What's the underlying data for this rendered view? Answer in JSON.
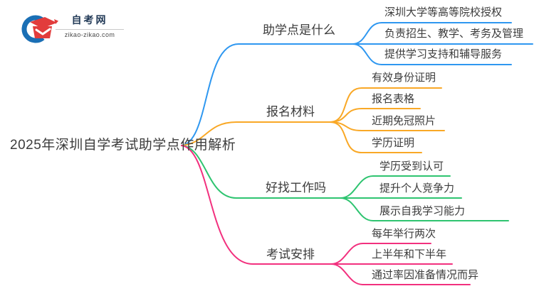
{
  "logo": {
    "title": "自考网",
    "domain": "zikao-zikao.com",
    "icon_crescent_color": "#1a6fb5",
    "icon_cap_color": "#e23c3c"
  },
  "root": {
    "label": "2025年深圳自学考试助学点作用解析"
  },
  "branches": [
    {
      "label": "助学点是什么",
      "color": "#2e97f0",
      "children": [
        "深圳大学等高等院校授权",
        "负责招生、教学、考务及管理",
        "提供学习支持和辅导服务"
      ]
    },
    {
      "label": "报名材料",
      "color": "#f9a826",
      "children": [
        "有效身份证明",
        "报名表格",
        "近期免冠照片",
        "学历证明"
      ]
    },
    {
      "label": "好找工作吗",
      "color": "#2ec470",
      "children": [
        "学历受到认可",
        "提升个人竞争力",
        "展示自我学习能力"
      ]
    },
    {
      "label": "考试安排",
      "color": "#f2307e",
      "children": [
        "每年举行两次",
        "上半年和下半年",
        "通过率因准备情况而异"
      ]
    }
  ],
  "colors": {
    "text": "#3c3c3c",
    "background": "#ffffff"
  }
}
